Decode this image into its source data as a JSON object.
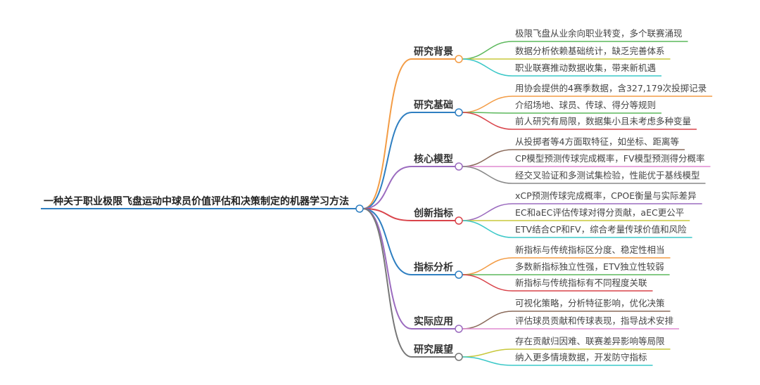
{
  "root": {
    "label": "一种关于职业极限飞盘运动中球员价值评估和决策制定的机器学习方法",
    "color": "#2f7fc1"
  },
  "branches": [
    {
      "label": "研究背景",
      "color": "#f39c45",
      "leaves": [
        {
          "text": "极限飞盘从业余向职业转变，多个联赛涌现",
          "color": "#5cb85c"
        },
        {
          "text": "数据分析依赖基础统计，缺乏完善体系",
          "color": "#c8c83c"
        },
        {
          "text": "职业联赛推动数据收集，带来新机遇",
          "color": "#3cc8c8"
        }
      ]
    },
    {
      "label": "研究基础",
      "color": "#2f7fc1",
      "leaves": [
        {
          "text": "用协会提供的4赛季数据，含327,179次投掷记录",
          "color": "#f39c45"
        },
        {
          "text": "介绍场地、球员、传球、得分等规则",
          "color": "#5cb85c"
        },
        {
          "text": "前人研究有局限，数据集小且未考虑多种变量",
          "color": "#d9434a"
        }
      ]
    },
    {
      "label": "核心模型",
      "color": "#9b6bbf",
      "leaves": [
        {
          "text": "从投掷者等4方面取特征，如坐标、距离等",
          "color": "#8a6a5a"
        },
        {
          "text": "CP模型预测传球完成概率，FV模型预测得分概率",
          "color": "#e08ad0"
        },
        {
          "text": "经交叉验证和多测试集检验，性能优于基线模型",
          "color": "#888888"
        }
      ]
    },
    {
      "label": "创新指标",
      "color": "#d9434a",
      "leaves": [
        {
          "text": "xCP预测传球完成概率，CPOE衡量与实际差异",
          "color": "#9b6bbf"
        },
        {
          "text": "EC和aEC评估传球对得分贡献，aEC更公平",
          "color": "#c8c83c"
        },
        {
          "text": "ETV结合CP和FV，综合考量传球价值和风险",
          "color": "#3cc8c8"
        }
      ]
    },
    {
      "label": "指标分析",
      "color": "#2f7fc1",
      "leaves": [
        {
          "text": "新指标与传统指标区分度、稳定性相当",
          "color": "#f39c45"
        },
        {
          "text": "多数新指标独立性强，ETV独立性较弱",
          "color": "#5cb85c"
        },
        {
          "text": "新指标与传统指标有不同程度关联",
          "color": "#d9434a"
        }
      ]
    },
    {
      "label": "实际应用",
      "color": "#9b6bbf",
      "leaves": [
        {
          "text": "可视化策略，分析特征影响，优化决策",
          "color": "#8a6a5a"
        },
        {
          "text": "评估球员贡献和传球表现，指导战术安排",
          "color": "#e08ad0"
        }
      ]
    },
    {
      "label": "研究展望",
      "color": "#777777",
      "leaves": [
        {
          "text": "存在贡献归因难、联赛差异影响等局限",
          "color": "#c8c83c"
        },
        {
          "text": "纳入更多情境数据，开发防守指标",
          "color": "#3cc8c8"
        }
      ]
    }
  ]
}
